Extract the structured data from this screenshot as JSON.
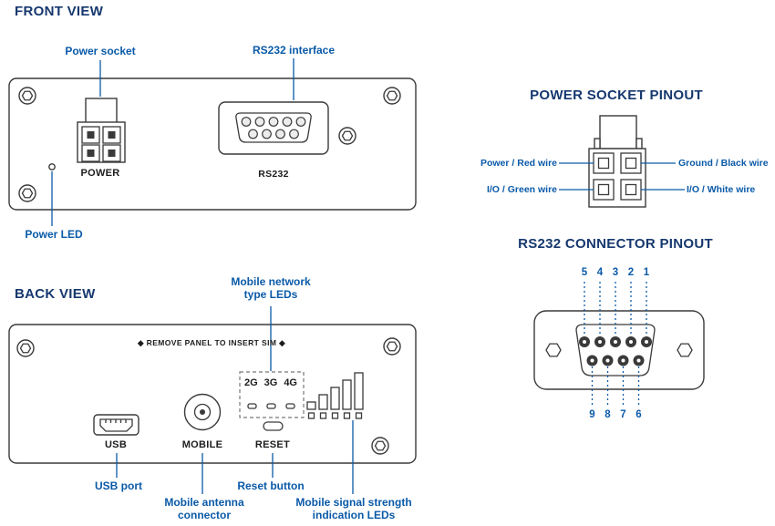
{
  "colors": {
    "title": "#16386F",
    "label": "#0A5AA8",
    "line": "#3A3A3A"
  },
  "front_view": {
    "title": "FRONT VIEW",
    "power_socket_callout": "Power socket",
    "rs232_callout": "RS232 interface",
    "power_led_callout": "Power LED",
    "power_label": "POWER",
    "rs232_label": "RS232"
  },
  "power_pinout": {
    "title": "POWER SOCKET PINOUT",
    "pin_top_left": "Power / Red wire",
    "pin_top_right": "Ground / Black wire",
    "pin_bottom_left": "I/O / Green wire",
    "pin_bottom_right": "I/O / White wire"
  },
  "rs232_pinout": {
    "title": "RS232 CONNECTOR PINOUT",
    "top_pins": [
      "5",
      "4",
      "3",
      "2",
      "1"
    ],
    "bottom_pins": [
      "9",
      "8",
      "7",
      "6"
    ]
  },
  "back_view": {
    "title": "BACK VIEW",
    "panel_notice": "◆ REMOVE PANEL TO INSERT SIM ◆",
    "network_leds_callout": "Mobile network\ntype LEDs",
    "led_labels": [
      "2G",
      "3G",
      "4G"
    ],
    "usb_label": "USB",
    "mobile_label": "MOBILE",
    "reset_label": "RESET",
    "usb_port_callout": "USB port",
    "reset_button_callout": "Reset button",
    "antenna_callout": "Mobile antenna\nconnector",
    "signal_callout": "Mobile signal strength\nindication LEDs"
  }
}
